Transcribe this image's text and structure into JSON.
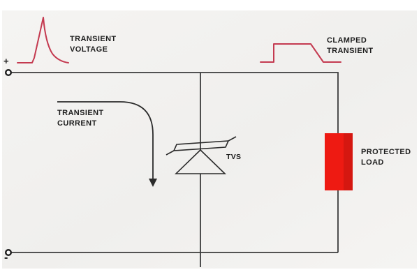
{
  "diagram": {
    "type": "tvs-protection-circuit",
    "labels": {
      "transient_voltage": [
        "TRANSIENT",
        "VOLTAGE"
      ],
      "transient_current": [
        "TRANSIENT",
        "CURRENT"
      ],
      "clamped_transient": [
        "CLAMPED",
        "TRANSIENT"
      ],
      "protected_load": [
        "PROTECTED",
        "LOAD"
      ],
      "tvs": "TVS"
    },
    "terminals": {
      "positive": "+",
      "negative": "-"
    },
    "colors": {
      "waveform_red": "#c43a50",
      "load_red": "#ee1a12",
      "wire": "#3c3c3c",
      "sym": "#2b2b2b",
      "text": "#1d1d1d",
      "canvas_light": "#f5f4f2",
      "canvas_mid": "#f0efed"
    }
  }
}
